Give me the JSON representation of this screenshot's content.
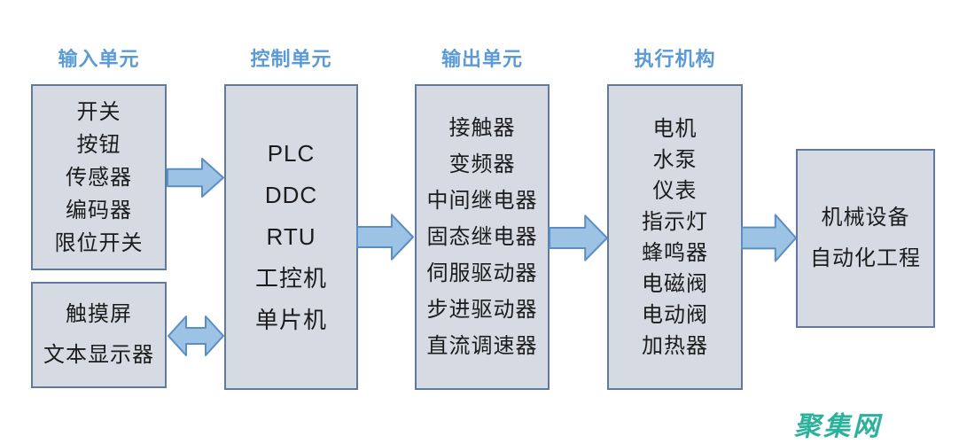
{
  "diagram": {
    "input_unit": {
      "header": "输入单元",
      "items": [
        "开关",
        "按钮",
        "传感器",
        "编码器",
        "限位开关"
      ]
    },
    "hmi": {
      "items": [
        "触摸屏",
        "文本显示器"
      ]
    },
    "control_unit": {
      "header": "控制单元",
      "items": [
        "PLC",
        "DDC",
        "RTU",
        "工控机",
        "单片机"
      ]
    },
    "output_unit": {
      "header": "输出单元",
      "items": [
        "接触器",
        "变频器",
        "中间继电器",
        "固态继电器",
        "伺服驱动器",
        "步进驱动器",
        "直流调速器"
      ]
    },
    "actuators": {
      "header": "执行机构",
      "items": [
        "电机",
        "水泵",
        "仪表",
        "指示灯",
        "蜂鸣器",
        "电磁阀",
        "电动阀",
        "加热器"
      ]
    },
    "target": {
      "items": [
        "机械设备",
        "自动化工程"
      ]
    },
    "watermark": "聚集网",
    "colors": {
      "header_text": "#5b9bd5",
      "box_fill": "#d6dbe3",
      "box_border": "#5f7a9e",
      "arrow_fill": "#9cc2e4",
      "arrow_border": "#5b8ec4",
      "watermark": "#2cb29c"
    }
  }
}
